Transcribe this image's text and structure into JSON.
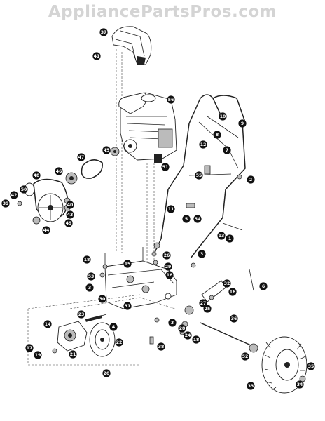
{
  "watermark": "AppliancePartsPros.com",
  "callouts": [
    {
      "label": "37"
    },
    {
      "label": "41"
    },
    {
      "label": "56"
    },
    {
      "label": "10"
    },
    {
      "label": "9"
    },
    {
      "label": "8"
    },
    {
      "label": "12"
    },
    {
      "label": "7"
    },
    {
      "label": "45"
    },
    {
      "label": "47"
    },
    {
      "label": "46"
    },
    {
      "label": "48"
    },
    {
      "label": "50"
    },
    {
      "label": "42"
    },
    {
      "label": "39"
    },
    {
      "label": "40"
    },
    {
      "label": "43"
    },
    {
      "label": "49"
    },
    {
      "label": "44"
    },
    {
      "label": "51"
    },
    {
      "label": "55"
    },
    {
      "label": "2"
    },
    {
      "label": "11"
    },
    {
      "label": "5"
    },
    {
      "label": "54"
    },
    {
      "label": "13"
    },
    {
      "label": "1"
    },
    {
      "label": "26"
    },
    {
      "label": "29"
    },
    {
      "label": "16"
    },
    {
      "label": "3"
    },
    {
      "label": "18"
    },
    {
      "label": "15"
    },
    {
      "label": "53"
    },
    {
      "label": "3"
    },
    {
      "label": "30"
    },
    {
      "label": "31"
    },
    {
      "label": "6"
    },
    {
      "label": "32"
    },
    {
      "label": "16"
    },
    {
      "label": "27"
    },
    {
      "label": "25"
    },
    {
      "label": "36"
    },
    {
      "label": "23"
    },
    {
      "label": "4"
    },
    {
      "label": "14"
    },
    {
      "label": "3"
    },
    {
      "label": "28"
    },
    {
      "label": "24"
    },
    {
      "label": "18"
    },
    {
      "label": "22"
    },
    {
      "label": "17"
    },
    {
      "label": "19"
    },
    {
      "label": "21"
    },
    {
      "label": "38"
    },
    {
      "label": "20"
    },
    {
      "label": "52"
    },
    {
      "label": "35"
    },
    {
      "label": "33"
    },
    {
      "label": "34"
    }
  ]
}
